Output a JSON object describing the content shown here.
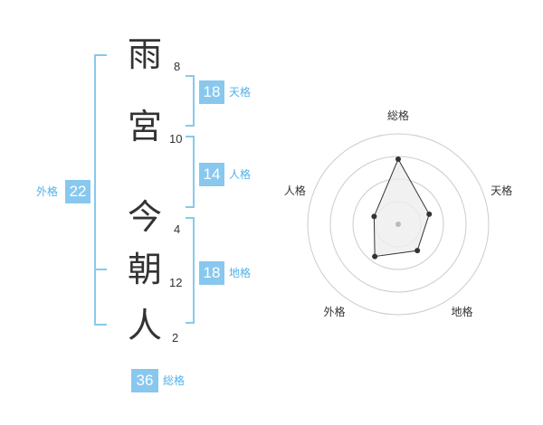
{
  "name_chars": [
    {
      "char": "雨",
      "strokes": "8"
    },
    {
      "char": "宮",
      "strokes": "10"
    },
    {
      "char": "今",
      "strokes": "4"
    },
    {
      "char": "朝",
      "strokes": "12"
    },
    {
      "char": "人",
      "strokes": "2"
    }
  ],
  "fortunes": {
    "tenkaku": {
      "value": "18",
      "label": "天格"
    },
    "jinkaku": {
      "value": "14",
      "label": "人格"
    },
    "chikaku": {
      "value": "18",
      "label": "地格"
    },
    "gaikaku": {
      "value": "22",
      "label": "外格"
    },
    "soukaku": {
      "value": "36",
      "label": "総格"
    }
  },
  "chart_data": {
    "type": "radar",
    "axes": [
      "総格",
      "天格",
      "地格",
      "外格",
      "人格"
    ],
    "values": [
      36,
      18,
      18,
      22,
      14
    ],
    "rings": 4,
    "colors": {
      "fill": "#eeeeee",
      "line": "#333333",
      "ring": "#cccccc",
      "center": "#bbbbbb",
      "accent": "#88c8ee"
    }
  }
}
